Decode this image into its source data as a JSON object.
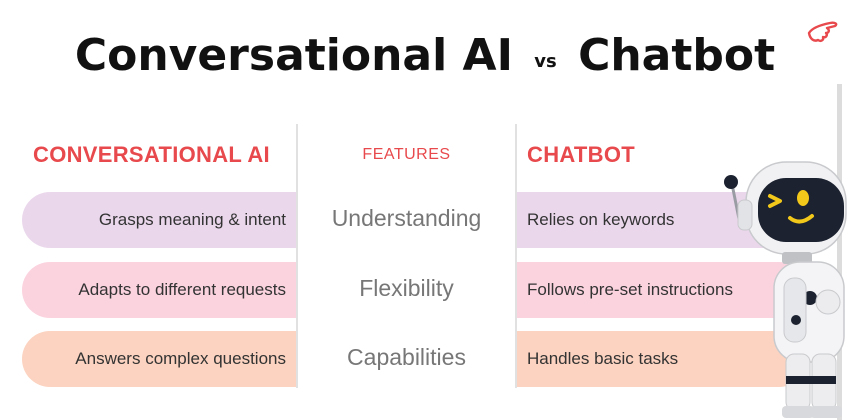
{
  "title": {
    "left": "Conversational AI",
    "vs": "vs",
    "right": "Chatbot"
  },
  "columns": {
    "left_header": "CONVERSATIONAL AI",
    "middle_header": "FEATURES",
    "right_header": "CHATBOT"
  },
  "rows": [
    {
      "left": "Grasps meaning & intent",
      "feature": "Understanding",
      "right": "Relies on keywords"
    },
    {
      "left": "Adapts to different requests",
      "feature": "Flexibility",
      "right": "Follows pre-set instructions"
    },
    {
      "left": "Answers complex questions",
      "feature": "Capabilities",
      "right": "Handles basic tasks"
    }
  ],
  "colors": {
    "accent": "#e8494c",
    "row1": "#ead7ec",
    "row2": "#fbd3df",
    "row3": "#fcd3c0",
    "robot_face": "#1c2230",
    "robot_eyes": "#f2c81a"
  },
  "icons": [
    "pointing-hand-icon",
    "robot-mascot"
  ]
}
